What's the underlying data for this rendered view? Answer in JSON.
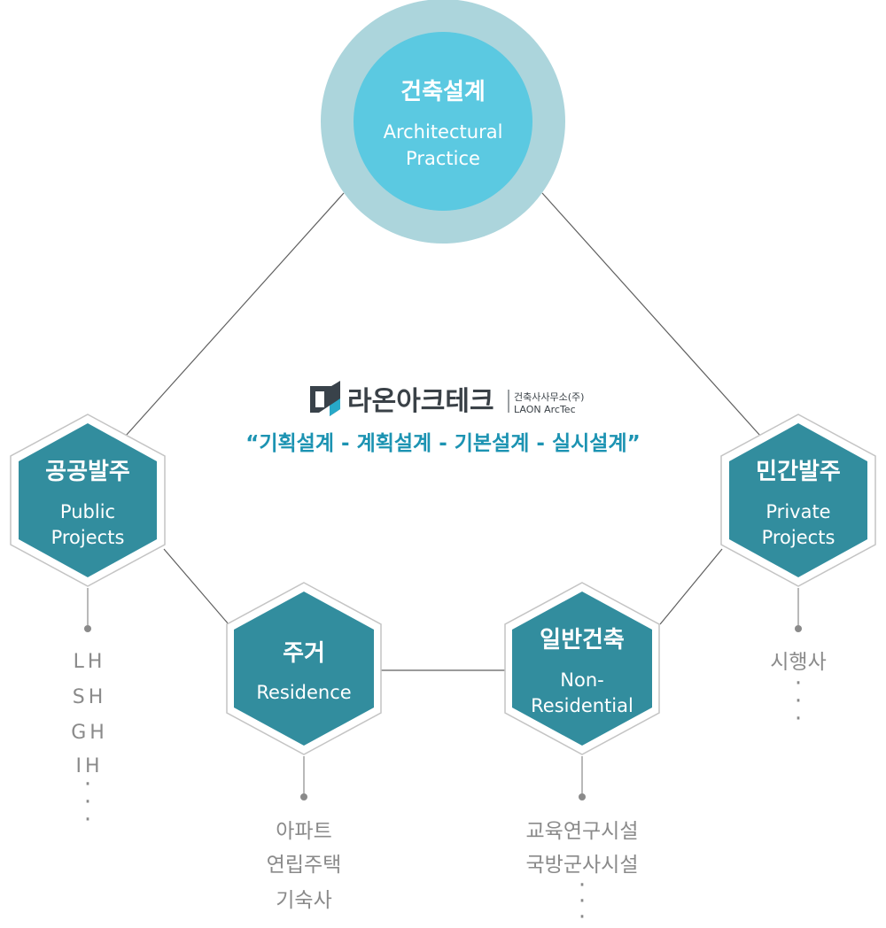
{
  "center": {
    "title": "건축설계",
    "line1": "Architectural",
    "line2": "Practice"
  },
  "logo": {
    "name": "라온아크테크",
    "sub1": "건축사사무소(주)",
    "sub2": "LAON ArcTec"
  },
  "slogan": "“기획설계 - 계획설계 - 기본설계 - 실시설계”",
  "nodes": {
    "public": {
      "title": "공공발주",
      "line1": "Public",
      "line2": "Projects",
      "items": [
        "LH",
        "SH",
        "GH",
        "IH"
      ],
      "more": "·"
    },
    "private": {
      "title": "민간발주",
      "line1": "Private",
      "line2": "Projects",
      "items": [
        "시행사"
      ],
      "more": "·"
    },
    "residence": {
      "title": "주거",
      "line1": "Residence",
      "items": [
        "아파트",
        "연립주택",
        "기숙사"
      ]
    },
    "nonres": {
      "title": "일반건축",
      "line1": "Non-",
      "line2": "Residential",
      "items": [
        "교육연구시설",
        "국방군사시설"
      ],
      "more": "·"
    }
  },
  "colors": {
    "outer_circle": "#acd5dc",
    "inner_circle": "#5bc9e1",
    "hex": "#328d9e",
    "hex_border": "#c4c4c4",
    "line": "#5f5f5f",
    "text_gray": "#8a8a8a",
    "slogan": "#1c93b2"
  }
}
